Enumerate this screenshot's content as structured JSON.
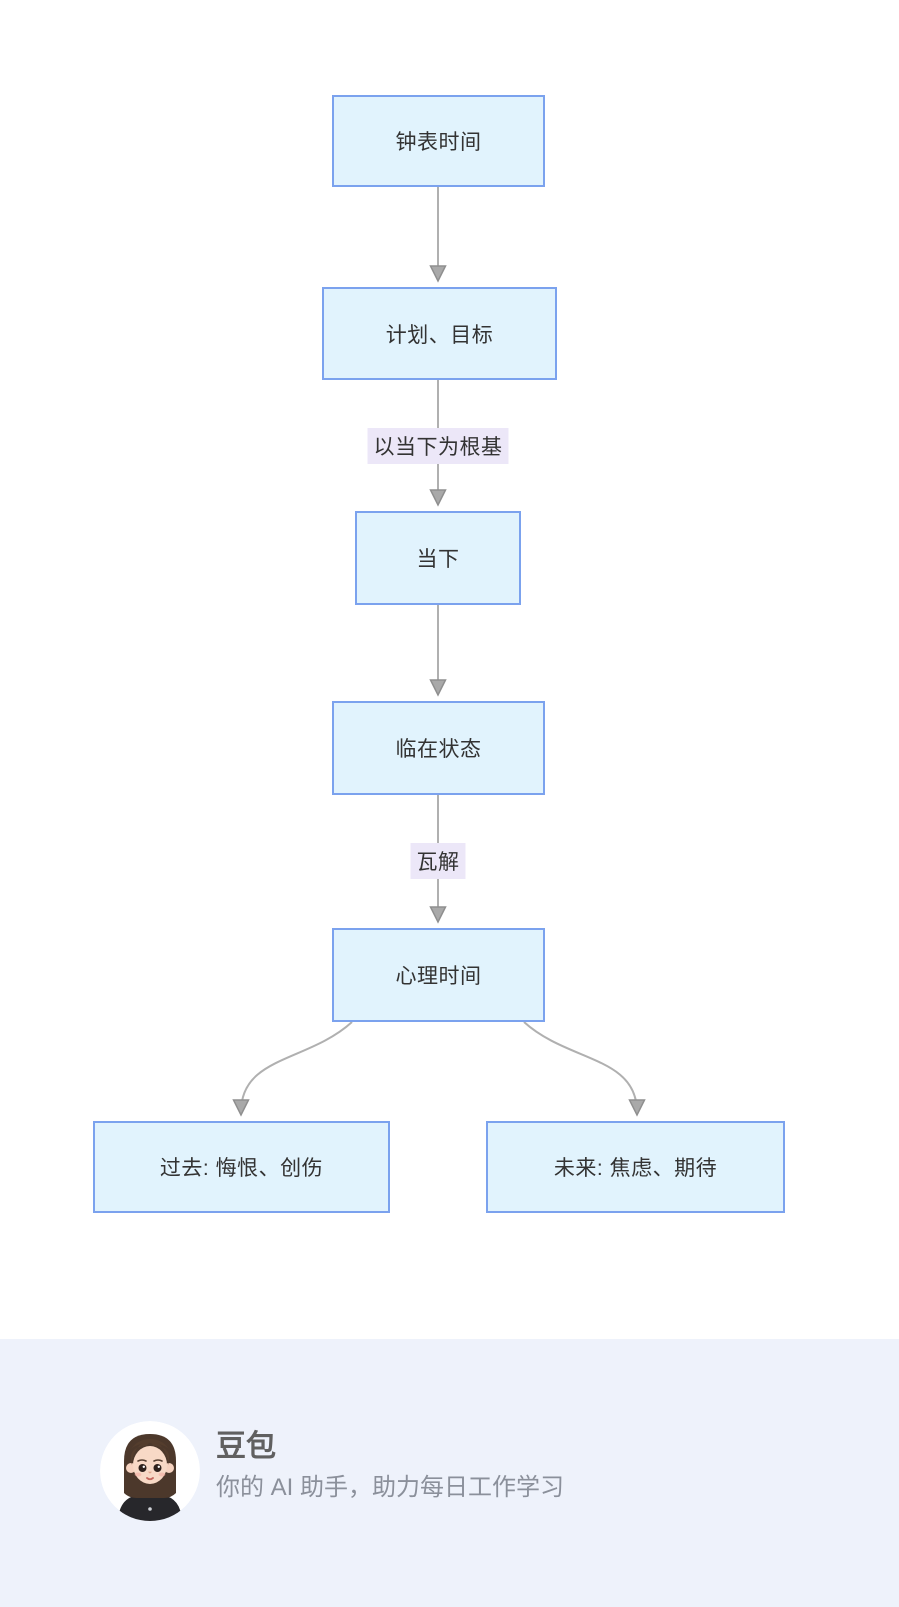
{
  "diagram": {
    "type": "flowchart",
    "direction": "top-down",
    "nodes": [
      {
        "id": "clock-time",
        "label": "钟表时间"
      },
      {
        "id": "plans-goals",
        "label": "计划、目标"
      },
      {
        "id": "present",
        "label": "当下"
      },
      {
        "id": "presence-state",
        "label": "临在状态"
      },
      {
        "id": "psych-time",
        "label": "心理时间"
      },
      {
        "id": "past",
        "label": "过去: 悔恨、创伤"
      },
      {
        "id": "future",
        "label": "未来: 焦虑、期待"
      }
    ],
    "edges": [
      {
        "from": "clock-time",
        "to": "plans-goals",
        "label": ""
      },
      {
        "from": "plans-goals",
        "to": "present",
        "label": "以当下为根基"
      },
      {
        "from": "present",
        "to": "presence-state",
        "label": ""
      },
      {
        "from": "presence-state",
        "to": "psych-time",
        "label": "瓦解"
      },
      {
        "from": "psych-time",
        "to": "past",
        "label": ""
      },
      {
        "from": "psych-time",
        "to": "future",
        "label": ""
      }
    ],
    "colors": {
      "node_fill": "#e1f3fd",
      "node_border": "#7ba2ee",
      "node_text": "#333333",
      "edge_line": "#b0b0b0",
      "arrowhead": "#a9a9a9",
      "edge_label_bg": "#ece7f8",
      "canvas_bg": "#ffffff"
    }
  },
  "footer": {
    "brand": "豆包",
    "tagline": "你的 AI 助手，助力每日工作学习",
    "avatar": "doubao-girl-avatar",
    "background": "#eef2fb"
  }
}
